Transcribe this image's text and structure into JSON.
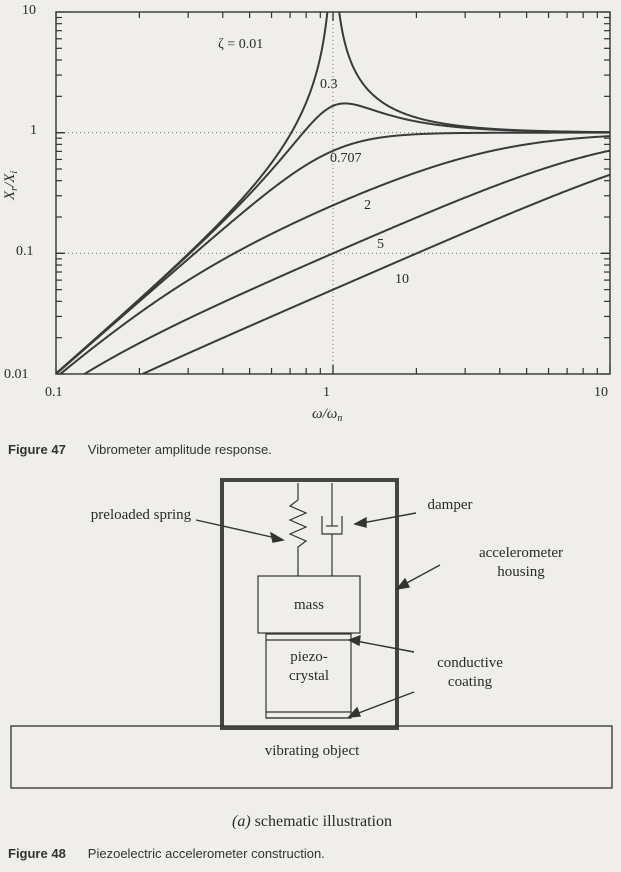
{
  "chart_data": {
    "type": "line",
    "xscale": "log",
    "yscale": "log",
    "xlim": [
      0.1,
      10
    ],
    "ylim": [
      0.01,
      10
    ],
    "xlabel": "ω/ω",
    "xlabel_sub": "n",
    "ylabel": "X",
    "ylabel_sub1": "r",
    "ylabel_mid": "/X",
    "ylabel_sub2": "i",
    "x_tick_labels": [
      "0.1",
      "1",
      "10"
    ],
    "y_tick_labels": [
      "0.01",
      "0.1",
      "1",
      "10"
    ],
    "grid": "dotted at decades",
    "series": [
      {
        "name": "ζ = 0.01",
        "zeta": 0.01
      },
      {
        "name": "0.3",
        "zeta": 0.3
      },
      {
        "name": "0.707",
        "zeta": 0.707
      },
      {
        "name": "2",
        "zeta": 2
      },
      {
        "name": "5",
        "zeta": 5
      },
      {
        "name": "10",
        "zeta": 10
      }
    ]
  },
  "figure47": {
    "number": "Figure 47",
    "text": "Vibrometer amplitude response."
  },
  "figure48": {
    "number": "Figure 48",
    "text": "Piezoelectric accelerometer construction.",
    "subcaption_letter": "(a)",
    "subcaption": "schematic illustration",
    "labels": {
      "spring": "preloaded spring",
      "damper": "damper",
      "housing": "accelerometer housing",
      "mass": "mass",
      "crystal": "piezo-crystal",
      "coating": "conductive coating",
      "object": "vibrating object"
    }
  }
}
